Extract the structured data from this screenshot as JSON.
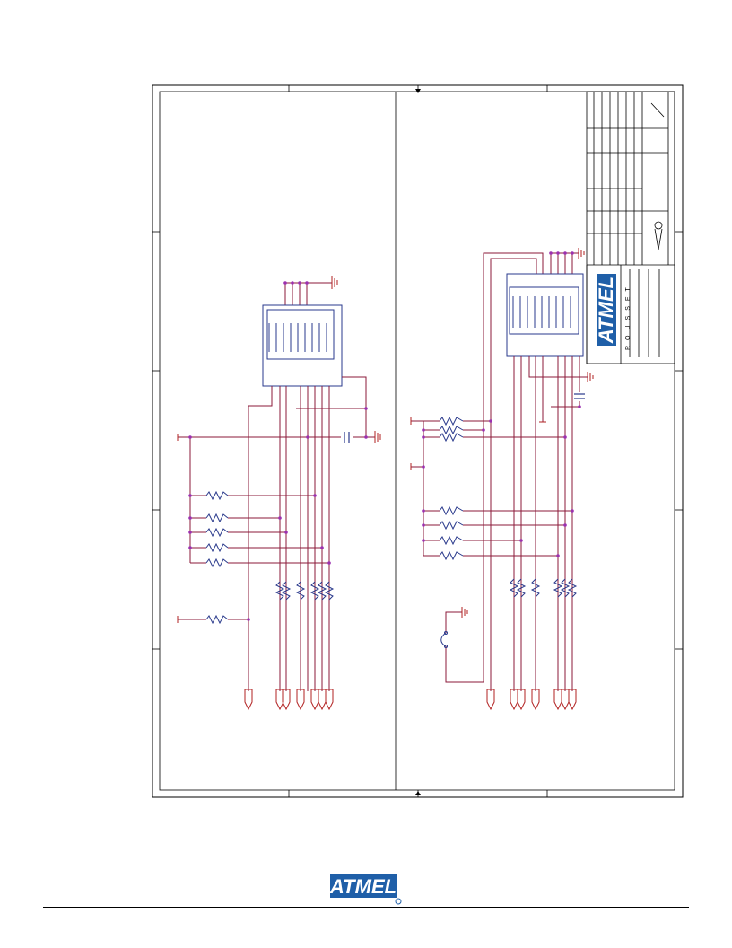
{
  "page": {
    "title": "",
    "footer_logo_text": "ATMEL"
  },
  "title_block": {
    "logo_text": "ATMEL",
    "location_text": "ROUSSET"
  },
  "colors": {
    "frame": "#000000",
    "wire": "#8B1A3A",
    "net_dot": "#9B30B0",
    "component": "#2A3A8C",
    "ground": "#B22222",
    "capacitor": "#2A3A8C",
    "logo_blue": "#1F5FA8"
  },
  "diagram": {
    "panels": [
      "left-sd-card-slot",
      "right-sd-card-slot"
    ],
    "components": [
      "sd-card-connector",
      "pull-up-resistor",
      "series-resistor",
      "decoupling-capacitor",
      "ground-symbol",
      "test-point",
      "jumper"
    ]
  }
}
